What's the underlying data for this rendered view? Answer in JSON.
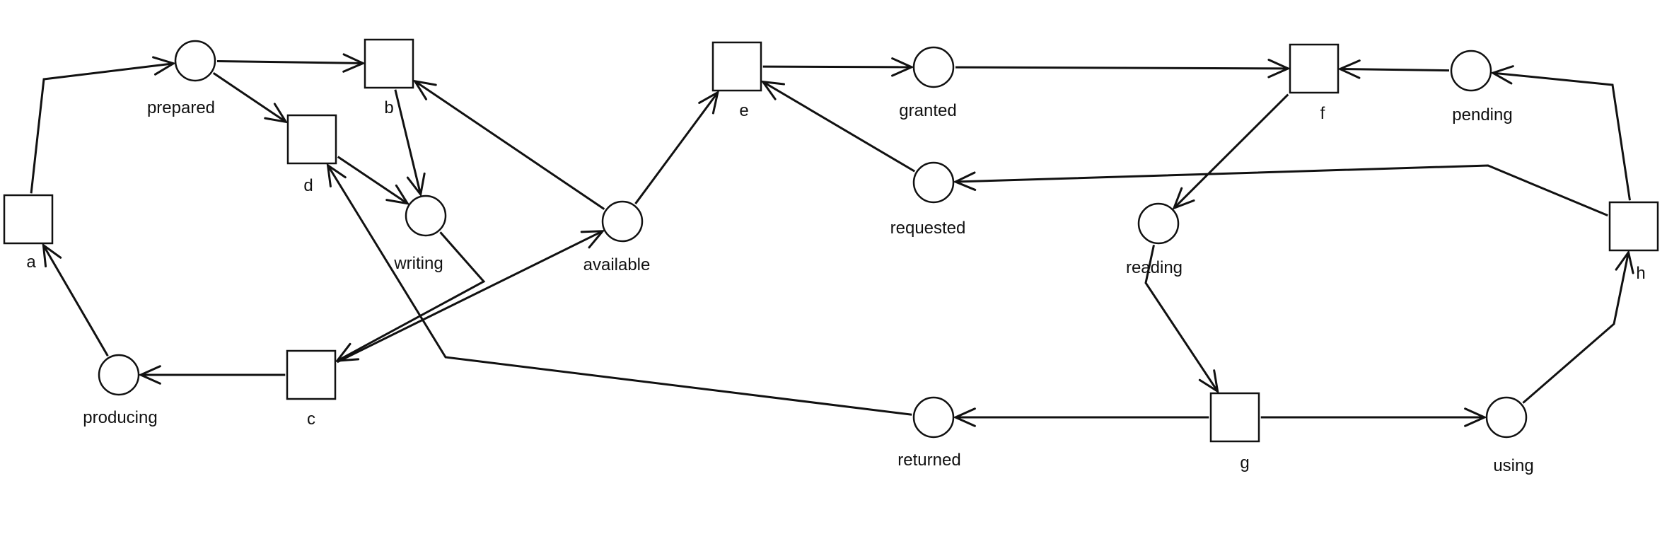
{
  "diagram": {
    "type": "petri-net",
    "nodes": [
      {
        "id": "a",
        "kind": "transition",
        "label": "a"
      },
      {
        "id": "b",
        "kind": "transition",
        "label": "b"
      },
      {
        "id": "c",
        "kind": "transition",
        "label": "c"
      },
      {
        "id": "d",
        "kind": "transition",
        "label": "d"
      },
      {
        "id": "e",
        "kind": "transition",
        "label": "e"
      },
      {
        "id": "f",
        "kind": "transition",
        "label": "f"
      },
      {
        "id": "g",
        "kind": "transition",
        "label": "g"
      },
      {
        "id": "h",
        "kind": "transition",
        "label": "h"
      },
      {
        "id": "prepared",
        "kind": "place",
        "label": "prepared"
      },
      {
        "id": "writing",
        "kind": "place",
        "label": "writing"
      },
      {
        "id": "producing",
        "kind": "place",
        "label": "producing"
      },
      {
        "id": "available",
        "kind": "place",
        "label": "available"
      },
      {
        "id": "granted",
        "kind": "place",
        "label": "granted"
      },
      {
        "id": "requested",
        "kind": "place",
        "label": "requested"
      },
      {
        "id": "pending",
        "kind": "place",
        "label": "pending"
      },
      {
        "id": "reading",
        "kind": "place",
        "label": "reading"
      },
      {
        "id": "returned",
        "kind": "place",
        "label": "returned"
      },
      {
        "id": "using",
        "kind": "place",
        "label": "using"
      }
    ],
    "arcs": [
      {
        "from": "a",
        "to": "prepared"
      },
      {
        "from": "prepared",
        "to": "b"
      },
      {
        "from": "prepared",
        "to": "d"
      },
      {
        "from": "b",
        "to": "writing"
      },
      {
        "from": "d",
        "to": "writing"
      },
      {
        "from": "available",
        "to": "b"
      },
      {
        "from": "writing",
        "to": "c"
      },
      {
        "from": "c",
        "to": "available"
      },
      {
        "from": "c",
        "to": "producing"
      },
      {
        "from": "producing",
        "to": "a"
      },
      {
        "from": "returned",
        "to": "d"
      },
      {
        "from": "available",
        "to": "e"
      },
      {
        "from": "requested",
        "to": "e"
      },
      {
        "from": "e",
        "to": "granted"
      },
      {
        "from": "granted",
        "to": "f"
      },
      {
        "from": "pending",
        "to": "f"
      },
      {
        "from": "f",
        "to": "reading"
      },
      {
        "from": "reading",
        "to": "g"
      },
      {
        "from": "g",
        "to": "returned"
      },
      {
        "from": "g",
        "to": "using"
      },
      {
        "from": "using",
        "to": "h"
      },
      {
        "from": "h",
        "to": "pending"
      },
      {
        "from": "h",
        "to": "requested"
      }
    ]
  }
}
